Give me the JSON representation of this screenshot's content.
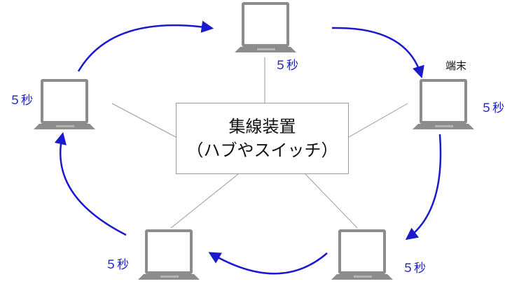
{
  "hub": {
    "line1": "集線装置",
    "line2": "（ハブやスイッチ）"
  },
  "terminal_label": "端末",
  "intervals": [
    "５秒",
    "５秒",
    "５秒",
    "５秒",
    "５秒"
  ],
  "colors": {
    "arrow": "#1a1acc",
    "line": "#9a9a9a",
    "laptop_body": "#8c8c8c",
    "laptop_screen": "#ffffff"
  }
}
